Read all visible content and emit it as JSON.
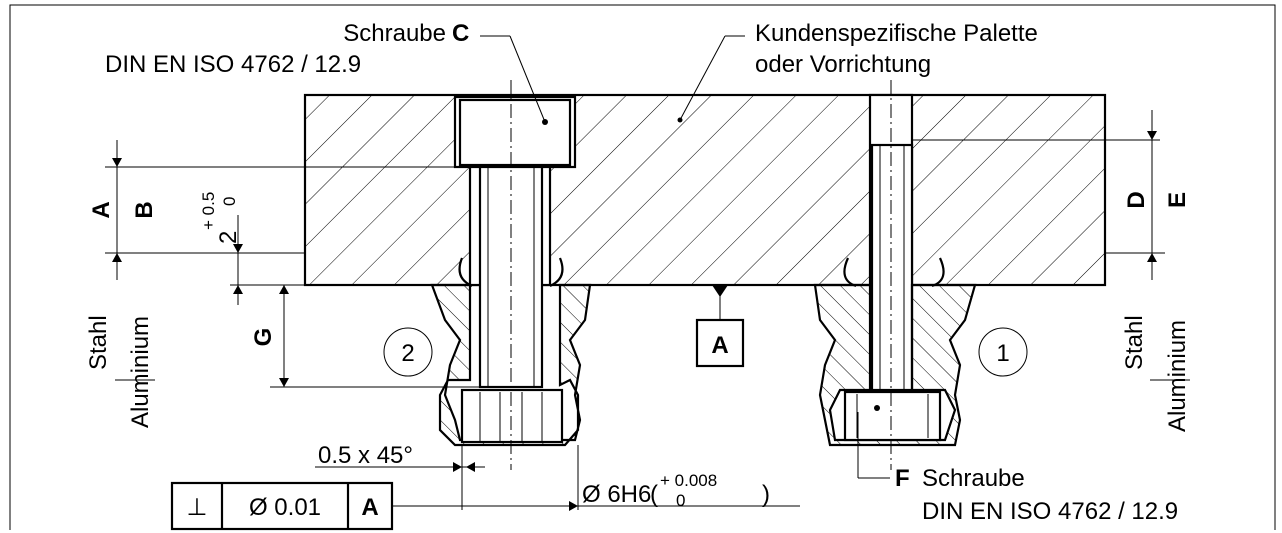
{
  "callouts": {
    "screw_c_label": "Schraube",
    "screw_c_letter": "C",
    "screw_c_norm": "DIN EN ISO 4762 / 12.9",
    "pallet_line1": "Kundenspezifische Palette",
    "pallet_line2": "oder Vorrichtung",
    "screw_f_letter": "F",
    "screw_f_label": "Schraube",
    "screw_f_norm": "DIN EN ISO 4762 / 12.9"
  },
  "dimensions": {
    "a": "A",
    "b": "B",
    "d": "D",
    "e": "E",
    "g": "G",
    "offset_base": "2",
    "offset_tol_upper": "+ 0.5",
    "offset_tol_lower": "0",
    "chamfer": "0.5 x 45°",
    "bore_main": "Ø 6H6",
    "bore_tol_upper": "+ 0.008",
    "bore_tol_lower": "0",
    "paren_open": "(",
    "paren_close": ")"
  },
  "materials": {
    "left_top": "Stahl",
    "left_bottom": "Aluminium",
    "right_top": "Stahl",
    "right_bottom": "Aluminium"
  },
  "datum": {
    "letter": "A"
  },
  "variants": {
    "left": "2",
    "right": "1"
  },
  "tolerance_frame": {
    "symbol": "⊥",
    "value": "Ø 0.01",
    "datum": "A"
  }
}
